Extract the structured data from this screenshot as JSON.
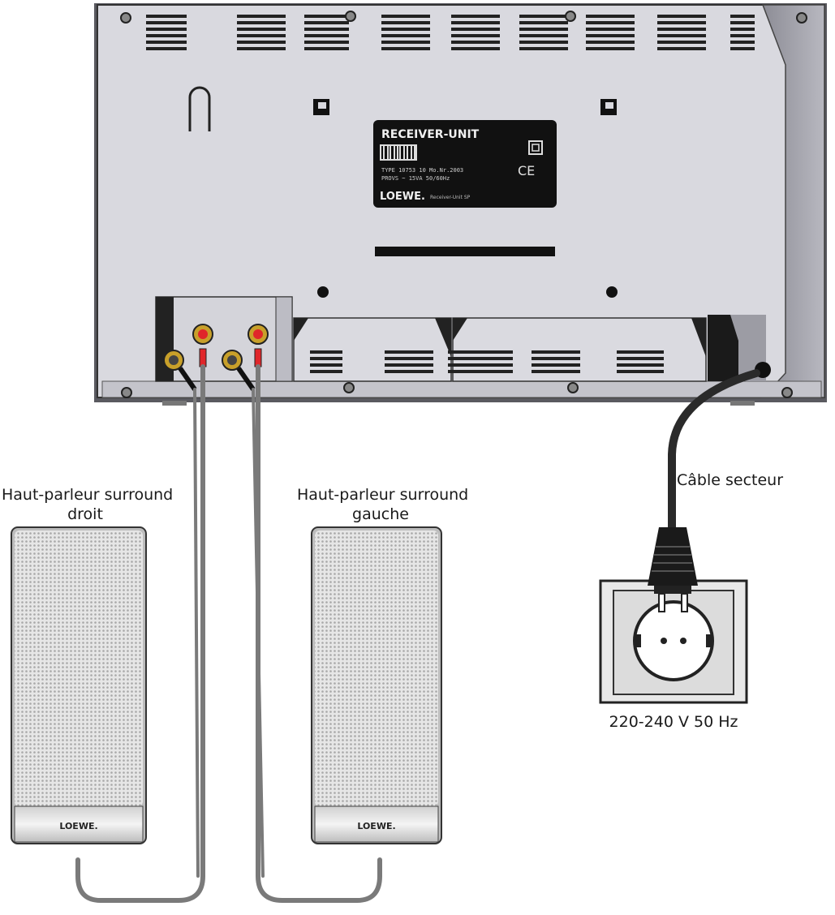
{
  "receiver": {
    "header_partial": "",
    "label_title": "RECEIVER-UNIT",
    "label_line1": "TYPE 10753 10  Mo.Nr.2003",
    "label_line2": "PROVS ~ 15VA 50/60Hz",
    "label_brand": "LOEWE.",
    "label_small": "Receiver-Unit SP"
  },
  "speakers": {
    "right": {
      "label_line1": "Haut-parleur surround",
      "label_line2": "droit",
      "brand": "LOEWE."
    },
    "left": {
      "label_line1": "Haut-parleur surround",
      "label_line2": "gauche",
      "brand": "LOEWE."
    }
  },
  "power": {
    "cable_label": "Câble secteur",
    "voltage_label": "220-240 V 50 Hz"
  },
  "colors": {
    "panel": "#d9d9df",
    "panel_dark": "#9a9aa3",
    "cable": "#7a7a7a",
    "power_cable": "#2a2a2a",
    "terminal_red": "#e0262a",
    "terminal_gold": "#c8a02a"
  }
}
